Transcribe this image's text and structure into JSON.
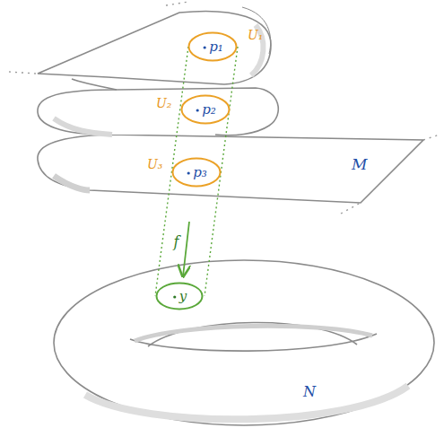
{
  "diagram": {
    "nodes": [
      {
        "text": [
          "p₁",
          "U₁"
        ]
      },
      {
        "text": [
          "p₂",
          "U₂"
        ]
      },
      {
        "text": [
          "p₃",
          "U₃"
        ]
      },
      {
        "text": [
          "y"
        ]
      }
    ],
    "edges": [
      {
        "from": 2,
        "to": 3,
        "arrow": "to",
        "label": "f"
      }
    ],
    "labels": [
      "M",
      "N"
    ]
  }
}
